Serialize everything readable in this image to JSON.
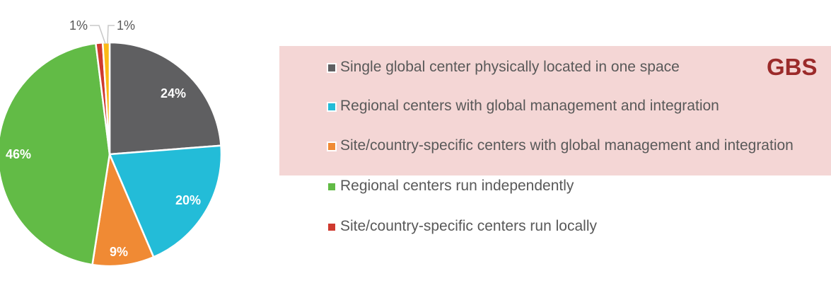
{
  "chart_data": {
    "type": "pie",
    "title": "",
    "slices": [
      {
        "name": "Single global center physically located in one space",
        "value": 24,
        "label": "24%",
        "color": "#5f5f61"
      },
      {
        "name": "Regional centers with global management and integration",
        "value": 20,
        "label": "20%",
        "color": "#23bcd8"
      },
      {
        "name": "Site/country-specific centers with global management and integration",
        "value": 9,
        "label": "9%",
        "color": "#f08a34"
      },
      {
        "name": "Regional centers run independently",
        "value": 46,
        "label": "46%",
        "color": "#62bb46"
      },
      {
        "name": "Site/country-specific centers run locally",
        "value": 1,
        "label": "1%",
        "color": "#cf3a2f"
      },
      {
        "value": 1,
        "label": "1%",
        "color": "#fbb917"
      }
    ],
    "legend_position": "right",
    "highlight_label": "GBS",
    "highlight_color": "#9b2a2a"
  }
}
